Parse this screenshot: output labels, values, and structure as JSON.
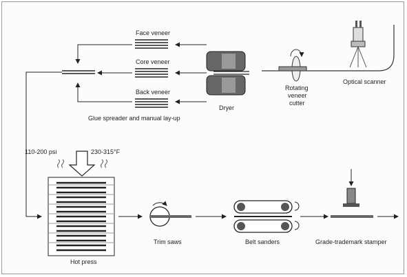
{
  "labels": {
    "face_veneer": "Face veneer",
    "core_veneer": "Core veneer",
    "back_veneer": "Back veneer",
    "glue_spreader": "Glue spreader and manual lay-up",
    "dryer": "Dryer",
    "rotating_cutter_line1": "Rotating",
    "rotating_cutter_line2": "veneer",
    "rotating_cutter_line3": "cutter",
    "optical_scanner": "Optical scanner",
    "pressure": "110-200 psi",
    "temperature": "230-315°F",
    "hot_press": "Hot press",
    "trim_saws": "Trim saws",
    "belt_sanders": "Belt sanders",
    "grade_stamper": "Grade-trademark stamper"
  }
}
